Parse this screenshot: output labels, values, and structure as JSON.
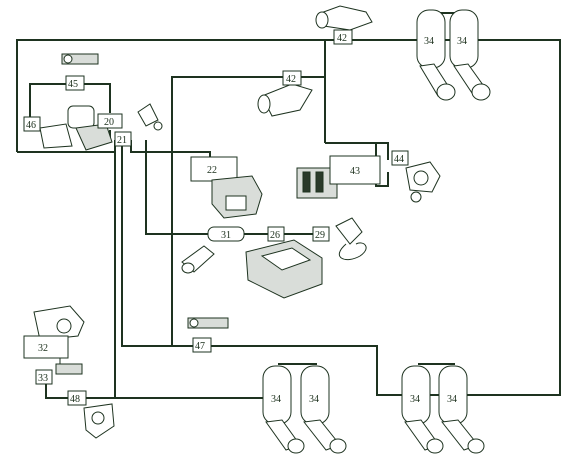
{
  "diagram": {
    "labels": {
      "l20": "20",
      "l21": "21",
      "l22": "22",
      "l26": "26",
      "l29": "29",
      "l31": "31",
      "l32": "32",
      "l33": "33",
      "l34": "34",
      "l42": "42",
      "l43": "43",
      "l44": "44",
      "l45": "45",
      "l46": "46",
      "l47": "47",
      "l48": "48"
    }
  }
}
